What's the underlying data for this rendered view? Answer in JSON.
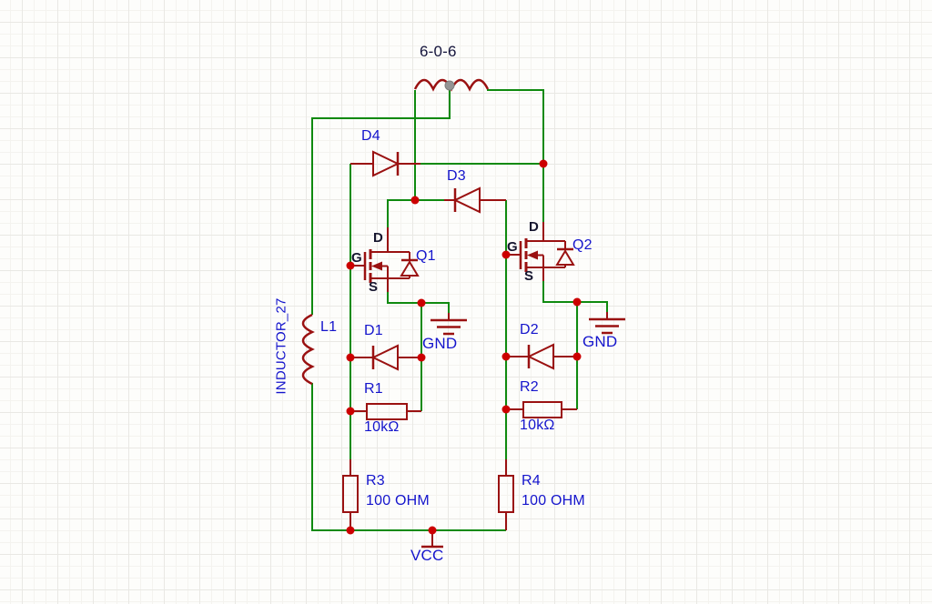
{
  "canvas": {
    "type": "circuit-schematic"
  },
  "colors": {
    "wire": "#0f8a0f",
    "symbol": "#9a1111",
    "junction": "#cc0000",
    "annotation": "#1414cc",
    "pin_name": "#15152e",
    "net_flag_dark": "#14143c",
    "center_tap": "#949494",
    "background": "#fdfdfb"
  },
  "transformer": {
    "value": "6-0-6"
  },
  "inductor": {
    "ref": "L1",
    "value": "INDUCTOR_27"
  },
  "q1": {
    "ref": "Q1",
    "drain": "D",
    "gate": "G",
    "source": "S"
  },
  "q2": {
    "ref": "Q2",
    "drain": "D",
    "gate": "G",
    "source": "S"
  },
  "d1": {
    "ref": "D1"
  },
  "d2": {
    "ref": "D2"
  },
  "d3": {
    "ref": "D3"
  },
  "d4": {
    "ref": "D4"
  },
  "r1": {
    "ref": "R1",
    "value": "10kΩ"
  },
  "r2": {
    "ref": "R2",
    "value": "10kΩ"
  },
  "r3": {
    "ref": "R3",
    "value": "100 OHM"
  },
  "r4": {
    "ref": "R4",
    "value": "100 OHM"
  },
  "gnd_left": {
    "label": "GND"
  },
  "gnd_right": {
    "label": "GND"
  },
  "vcc": {
    "label": "VCC"
  }
}
